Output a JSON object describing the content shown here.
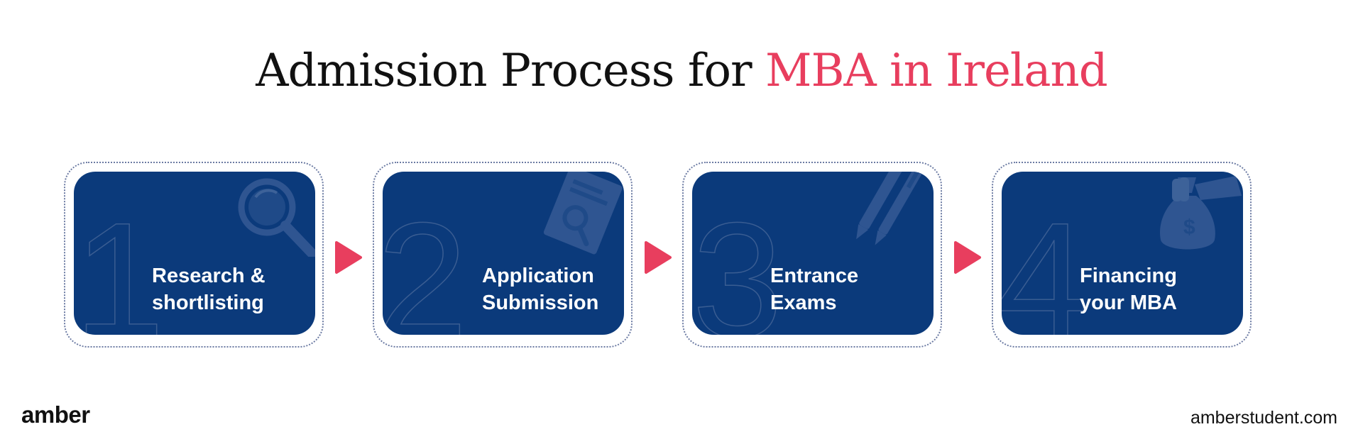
{
  "title": {
    "main": "Admission Process for ",
    "highlight": "MBA in Ireland"
  },
  "colors": {
    "card": "#0b3a7b",
    "accent": "#e83e5e",
    "text": "#111111"
  },
  "steps": [
    {
      "number": "1",
      "line1": "Research &",
      "line2": "shortlisting",
      "icon": "magnifier-icon"
    },
    {
      "number": "2",
      "line1": "Application",
      "line2": "Submission",
      "icon": "document-search-icon"
    },
    {
      "number": "3",
      "line1": "Entrance",
      "line2": "Exams",
      "icon": "pens-icon"
    },
    {
      "number": "4",
      "line1": "Financing",
      "line2": "your MBA",
      "icon": "money-bag-icon"
    }
  ],
  "footer": {
    "brand": "amber",
    "site": "amberstudent.com"
  }
}
